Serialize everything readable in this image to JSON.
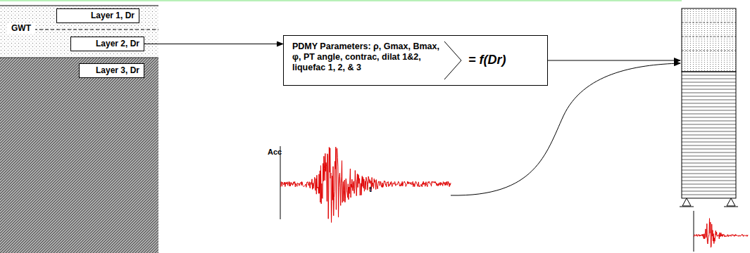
{
  "diagram": {
    "nodes": [
      {
        "text": [
          "Layer 1, Dr"
        ]
      },
      {
        "text": [
          "Layer 2, Dr"
        ]
      },
      {
        "text": [
          "Layer 3, Dr"
        ]
      },
      {
        "text": [
          "PDMY Parameters: ρ, Gmax, Bmax, φ, PT angle, contrac, dilat 1&2, liquefac 1, 2, & 3",
          "= f(Dr)"
        ]
      }
    ],
    "edges": [
      {
        "from": 1,
        "to": 3,
        "arrow": "to"
      }
    ],
    "labels": [
      "GWT",
      "Acc",
      "t"
    ]
  }
}
